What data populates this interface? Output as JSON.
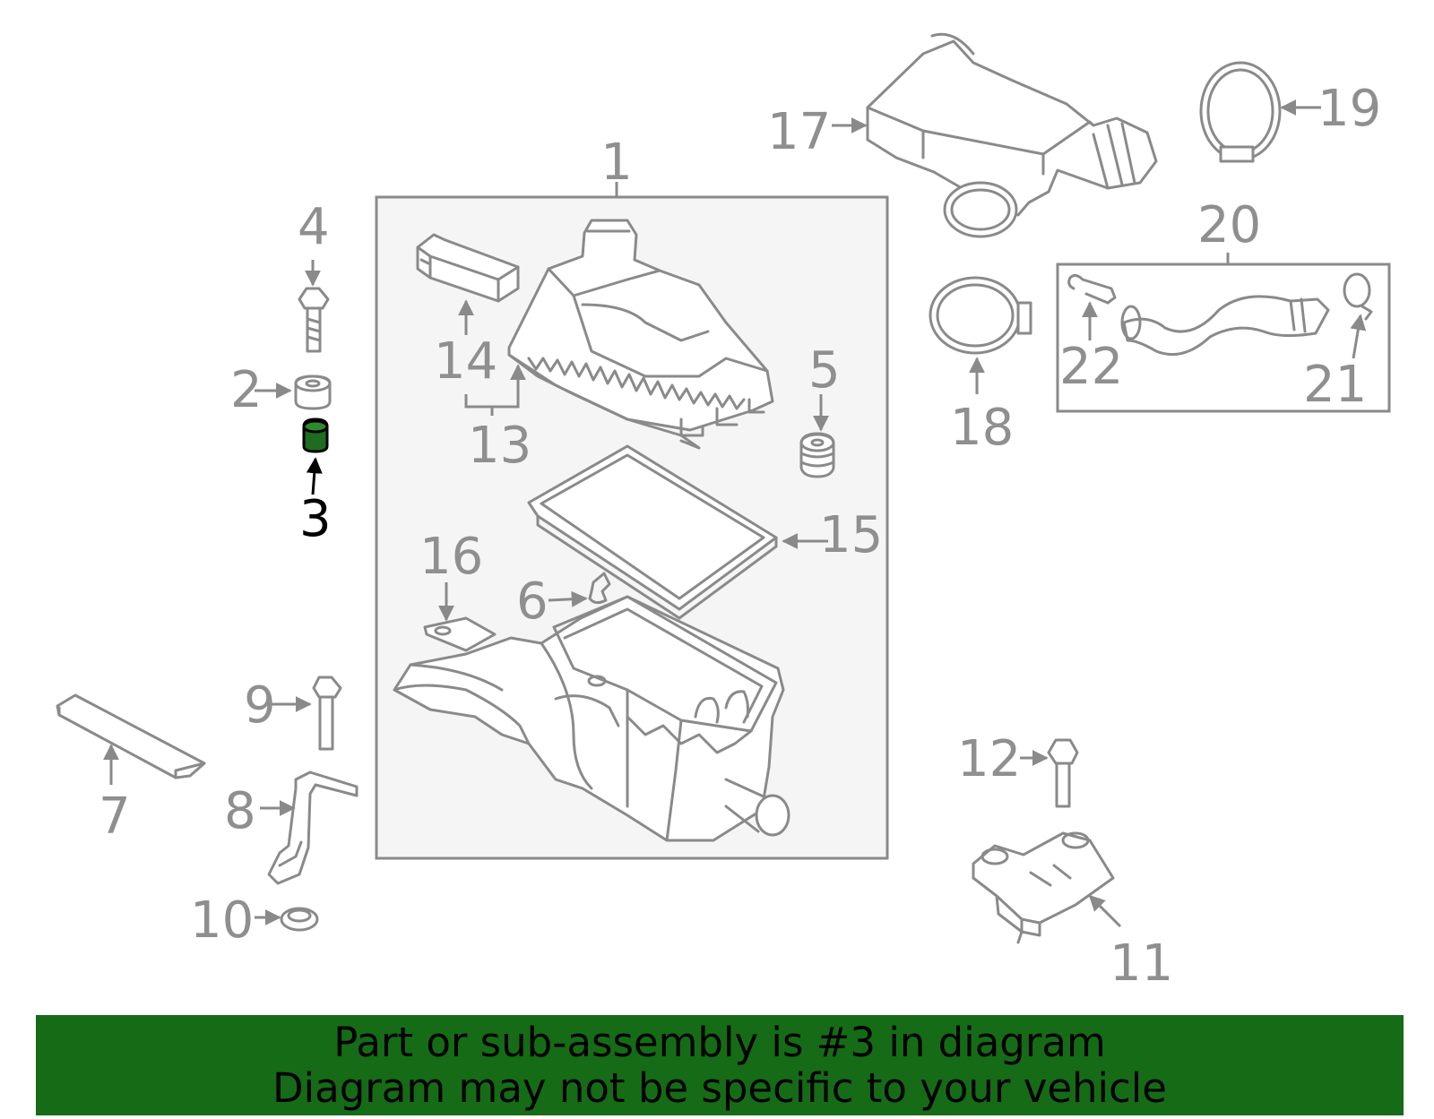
{
  "diagram": {
    "callouts": [
      "1",
      "2",
      "3",
      "4",
      "5",
      "6",
      "7",
      "8",
      "9",
      "10",
      "11",
      "12",
      "13",
      "14",
      "15",
      "16",
      "17",
      "18",
      "19",
      "20",
      "21",
      "22"
    ],
    "highlighted_part": "3",
    "colors": {
      "line": "#8a8a8a",
      "label": "#8f8f8f",
      "highlight_fill": "#1f6b1f",
      "highlight_label": "#000000",
      "box_fill": "#f5f5f5",
      "banner": "#166b16"
    }
  },
  "banner": {
    "line1": "Part or sub-assembly is #3 in diagram",
    "line2": "Diagram may not be specific to your vehicle"
  }
}
